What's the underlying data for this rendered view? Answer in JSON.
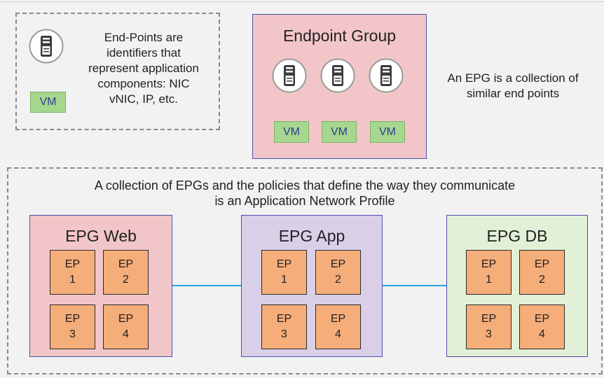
{
  "legend": {
    "description": [
      "End-Points are",
      "identifiers that",
      "represent application",
      "components: NIC",
      "vNIC, IP, etc."
    ],
    "vm_label": "VM",
    "icon": "server-icon"
  },
  "endpoint_group": {
    "title": "Endpoint Group",
    "icons": [
      "server-icon",
      "server-icon",
      "server-icon"
    ],
    "vm_labels": [
      "VM",
      "VM",
      "VM"
    ]
  },
  "epg_description": [
    "An EPG is a collection of",
    "similar end points"
  ],
  "profile": {
    "description": [
      "A collection of EPGs and the policies that define the way they communicate",
      "is an Application Network Profile"
    ],
    "epgs": [
      {
        "title": "EPG Web",
        "endpoints": [
          {
            "line1": "EP",
            "line2": "1"
          },
          {
            "line1": "EP",
            "line2": "2"
          },
          {
            "line1": "EP",
            "line2": "3"
          },
          {
            "line1": "EP",
            "line2": "4"
          }
        ]
      },
      {
        "title": "EPG App",
        "endpoints": [
          {
            "line1": "EP",
            "line2": "1"
          },
          {
            "line1": "EP",
            "line2": "2"
          },
          {
            "line1": "EP",
            "line2": "3"
          },
          {
            "line1": "EP",
            "line2": "4"
          }
        ]
      },
      {
        "title": "EPG DB",
        "endpoints": [
          {
            "line1": "EP",
            "line2": "1"
          },
          {
            "line1": "EP",
            "line2": "2"
          },
          {
            "line1": "EP",
            "line2": "3"
          },
          {
            "line1": "EP",
            "line2": "4"
          }
        ]
      }
    ]
  },
  "colors": {
    "epg_web_fill": "#f2c6c8",
    "epg_app_fill": "#d9d0e8",
    "epg_db_fill": "#e2f0d7",
    "endpoint_group_fill": "#f2c6c8",
    "endpoint_fill": "#f5ad7a",
    "vm_fill": "#a6d78f",
    "connector": "#2aa3e0"
  }
}
